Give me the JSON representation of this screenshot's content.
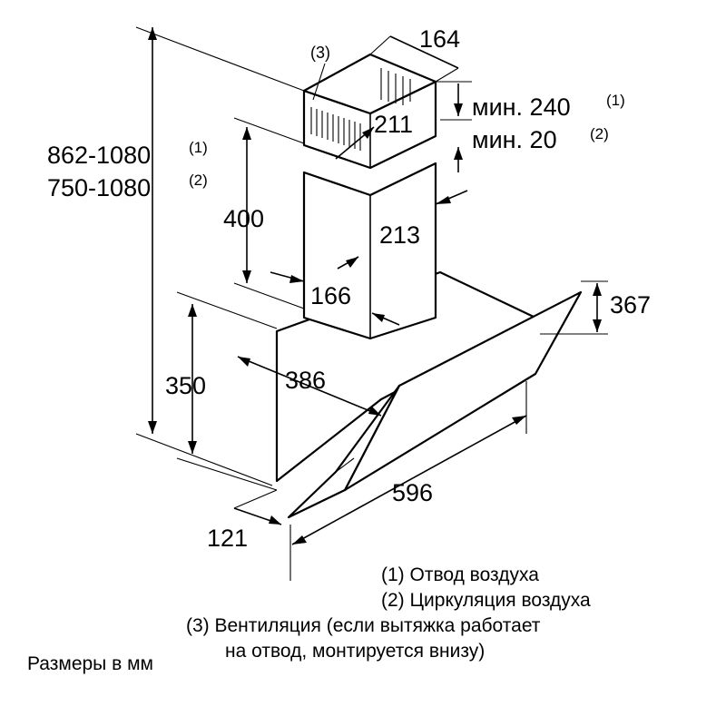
{
  "dimensions": {
    "chimney_depth": "164",
    "min_240": "мин. 240",
    "min_240_ref": "(1)",
    "min_20": "мин. 20",
    "min_20_ref": "(2)",
    "vent_marker": "(3)",
    "chimney_inner": "211",
    "height_range_1": "862-1080",
    "height_range_1_ref": "(1)",
    "height_range_2": "750-1080",
    "height_range_2_ref": "(2)",
    "chimney_lower_height": "400",
    "chimney_width_upper": "213",
    "chimney_width_lower": "166",
    "glass_height": "367",
    "body_height": "350",
    "body_depth": "386",
    "total_width": "596",
    "front_depth": "121"
  },
  "notes": {
    "note_1": "(1) Отвод воздуха",
    "note_2": "(2) Циркуляция воздуха",
    "note_3_line1": "(3) Вентиляция (если вытяжка работает",
    "note_3_line2": "на отвод, монтируется внизу)",
    "units": "Размеры в мм"
  }
}
